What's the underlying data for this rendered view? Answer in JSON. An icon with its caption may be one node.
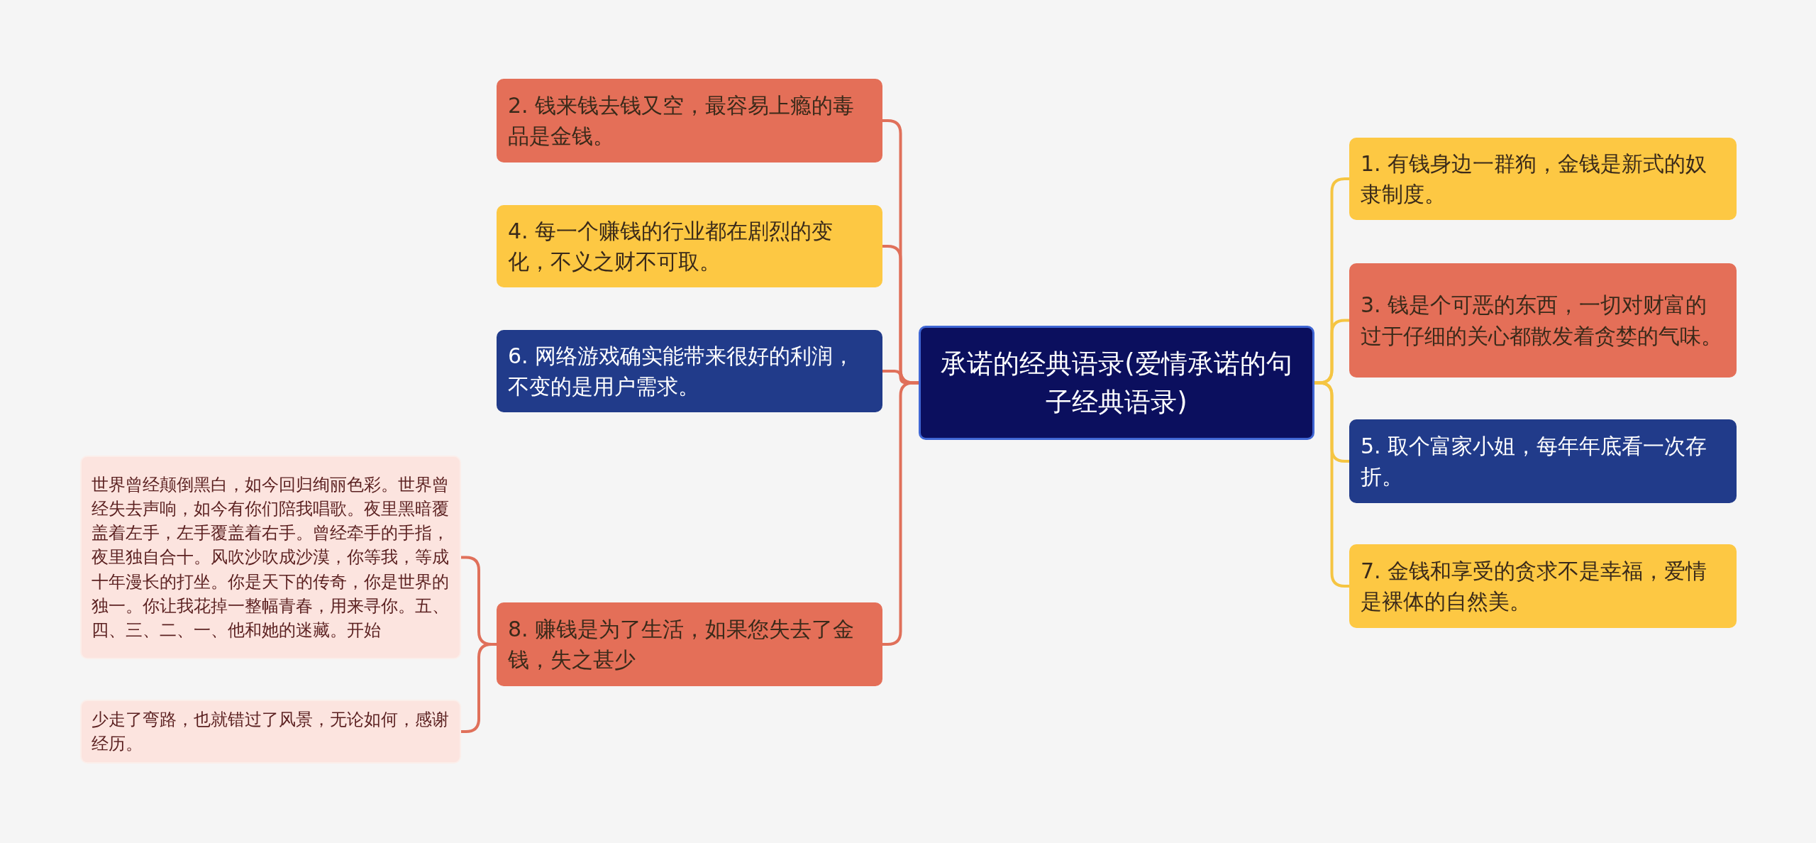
{
  "diagram": {
    "nodes": [
      {
        "text": [
          "承诺的经典语录(爱情承诺的句子经典语录)"
        ]
      },
      {
        "text": [
          "2. 钱来钱去钱又空，最容易上瘾的毒品是金钱。"
        ]
      },
      {
        "text": [
          "4. 每一个赚钱的行业都在剧烈的变化，不义之财不可取。"
        ]
      },
      {
        "text": [
          "6. 网络游戏确实能带来很好的利润，不变的是用户需求。"
        ]
      },
      {
        "text": [
          "8. 赚钱是为了生活，如果您失去了金钱，失之甚少"
        ]
      },
      {
        "text": [
          "世界曾经颠倒黑白，如今回归绚丽色彩。世界曾经失去声响，如今有你们陪我唱歌。夜里黑暗覆盖着左手，左手覆盖着右手。曾经牵手的手指，夜里独自合十。风吹沙吹成沙漠，你等我，等成十年漫长的打坐。你是天下的传奇，你是世界的独一。你让我花掉一整幅青春，用来寻你。五、四、三、二、一、他和她的迷藏。开始"
        ]
      },
      {
        "text": [
          "少走了弯路，也就错过了风景，无论如何，感谢经历。"
        ]
      },
      {
        "text": [
          "1. 有钱身边一群狗，金钱是新式的奴隶制度。"
        ]
      },
      {
        "text": [
          "3. 钱是个可恶的东西，一切对财富的过于仔细的关心都散发着贪婪的气味。"
        ]
      },
      {
        "text": [
          "5. 取个富家小姐，每年年底看一次存折。"
        ]
      },
      {
        "text": [
          "7. 金钱和享受的贪求不是幸福，爱情是裸体的自然美。"
        ]
      }
    ],
    "edges": [
      {
        "from": 0,
        "to": 1,
        "arrow": "none"
      },
      {
        "from": 0,
        "to": 2,
        "arrow": "none"
      },
      {
        "from": 0,
        "to": 3,
        "arrow": "none"
      },
      {
        "from": 0,
        "to": 4,
        "arrow": "none"
      },
      {
        "from": 4,
        "to": 5,
        "arrow": "none"
      },
      {
        "from": 4,
        "to": 6,
        "arrow": "none"
      },
      {
        "from": 0,
        "to": 7,
        "arrow": "none",
        "color": "#f5c542"
      },
      {
        "from": 0,
        "to": 8,
        "arrow": "none",
        "color": "#f5c542"
      },
      {
        "from": 0,
        "to": 9,
        "arrow": "none",
        "color": "#f5c542"
      },
      {
        "from": 0,
        "to": 10,
        "arrow": "none",
        "color": "#f5c542"
      }
    ]
  }
}
